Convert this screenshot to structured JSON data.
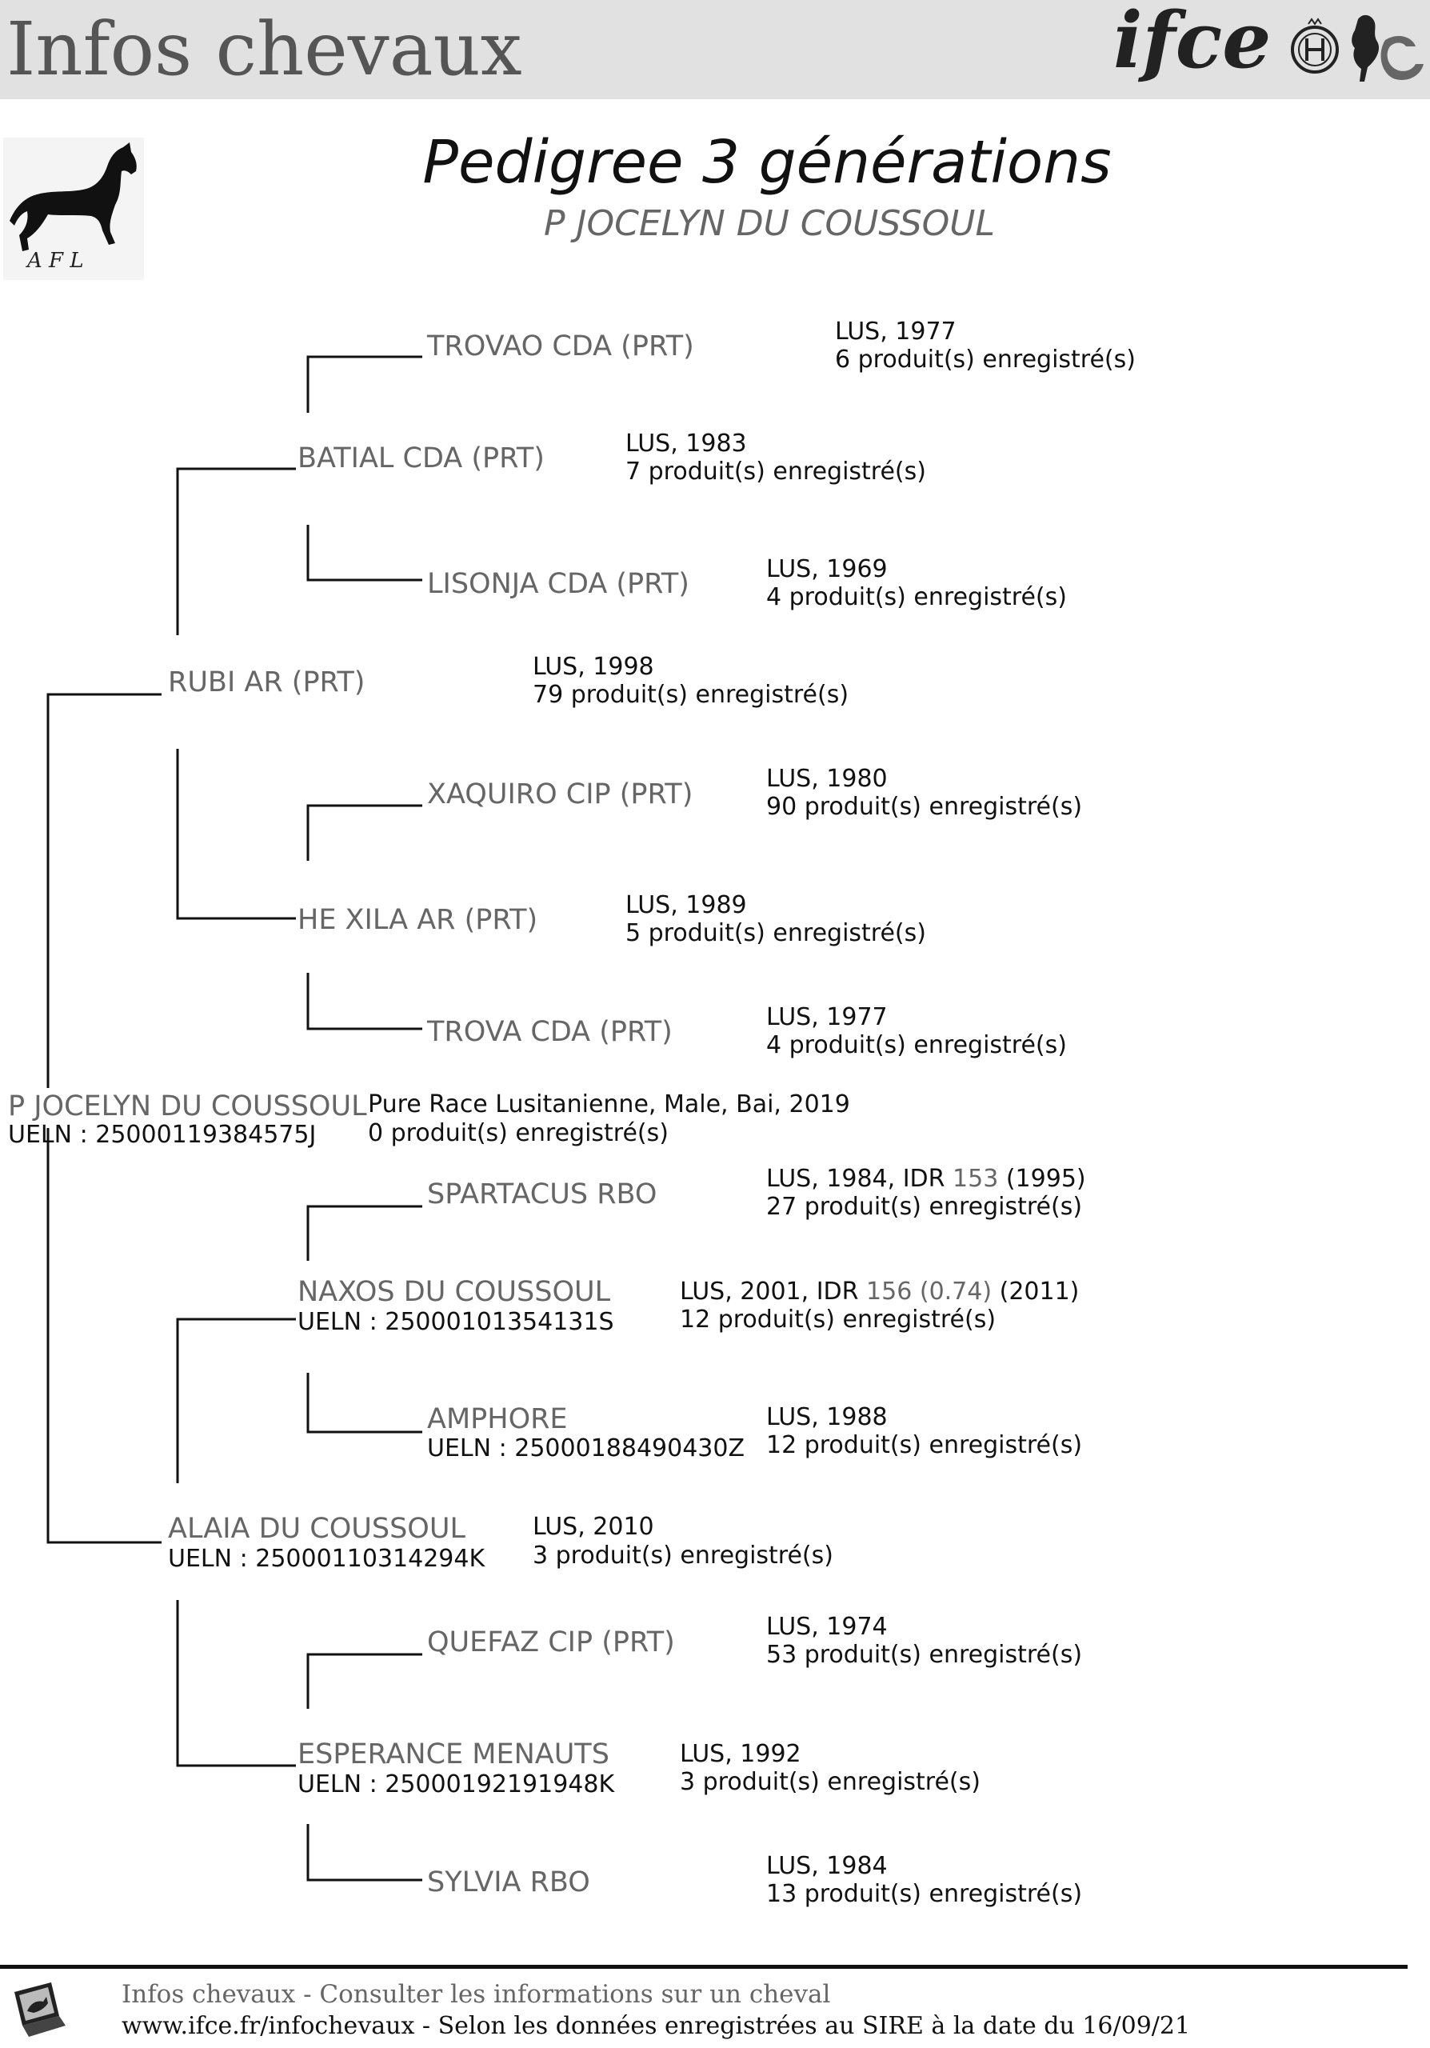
{
  "header": {
    "title": "Infos chevaux",
    "logo_text": "ifce"
  },
  "page": {
    "title": "Pedigree 3 générations",
    "subtitle": "P JOCELYN DU COUSSOUL"
  },
  "colors": {
    "header_bg": "#e1e1e1",
    "name_gray": "#666666",
    "text": "#111111"
  },
  "horse": {
    "name": "P JOCELYN DU COUSSOUL",
    "ueln": "UELN : 25000119384575J",
    "details": "Pure Race Lusitanienne, Male, Bai, 2019",
    "products": "0 produit(s) enregistré(s)"
  },
  "pedigree": {
    "sire": {
      "name": "RUBI AR (PRT)",
      "details": "LUS, 1998",
      "products": "79 produit(s) enregistré(s)"
    },
    "sire_sire": {
      "name": "BATIAL CDA (PRT)",
      "details": "LUS, 1983",
      "products": "7 produit(s) enregistré(s)"
    },
    "sire_sire_sire": {
      "name": "TROVAO CDA (PRT)",
      "details": "LUS, 1977",
      "products": "6 produit(s) enregistré(s)"
    },
    "sire_sire_dam": {
      "name": "LISONJA CDA (PRT)",
      "details": "LUS, 1969",
      "products": "4 produit(s) enregistré(s)"
    },
    "sire_dam": {
      "name": "HE XILA AR (PRT)",
      "details": "LUS, 1989",
      "products": "5 produit(s) enregistré(s)"
    },
    "sire_dam_sire": {
      "name": "XAQUIRO CIP (PRT)",
      "details": "LUS, 1980",
      "products": "90 produit(s) enregistré(s)"
    },
    "sire_dam_dam": {
      "name": "TROVA CDA (PRT)",
      "details": "LUS, 1977",
      "products": "4 produit(s) enregistré(s)"
    },
    "dam": {
      "name": "ALAIA DU COUSSOUL",
      "ueln": "UELN : 25000110314294K",
      "details": "LUS, 2010",
      "products": "3 produit(s) enregistré(s)"
    },
    "dam_sire": {
      "name": "NAXOS DU COUSSOUL",
      "ueln": "UELN : 25000101354131S",
      "details_prefix": "LUS, 2001, IDR ",
      "idr": "156",
      "idr_coef": "(0.74)",
      "details_suffix": " (2011)",
      "products": "12 produit(s) enregistré(s)"
    },
    "dam_sire_sire": {
      "name": "SPARTACUS RBO",
      "details_prefix": "LUS, 1984, IDR ",
      "idr": "153",
      "details_suffix": " (1995)",
      "products": "27 produit(s) enregistré(s)"
    },
    "dam_sire_dam": {
      "name": "AMPHORE",
      "ueln": "UELN : 25000188490430Z",
      "details": "LUS, 1988",
      "products": "12 produit(s) enregistré(s)"
    },
    "dam_dam": {
      "name": "ESPERANCE MENAUTS",
      "ueln": "UELN : 25000192191948K",
      "details": "LUS, 1992",
      "products": "3 produit(s) enregistré(s)"
    },
    "dam_dam_sire": {
      "name": "QUEFAZ CIP (PRT)",
      "details": "LUS, 1974",
      "products": "53 produit(s) enregistré(s)"
    },
    "dam_dam_dam": {
      "name": "SYLVIA RBO",
      "details": "LUS, 1984",
      "products": "13 produit(s) enregistré(s)"
    }
  },
  "footer": {
    "line1": "Infos chevaux - Consulter les informations sur un cheval",
    "line2": "www.ifce.fr/infochevaux - Selon les données enregistrées au SIRE à la date du 16/09/21"
  }
}
